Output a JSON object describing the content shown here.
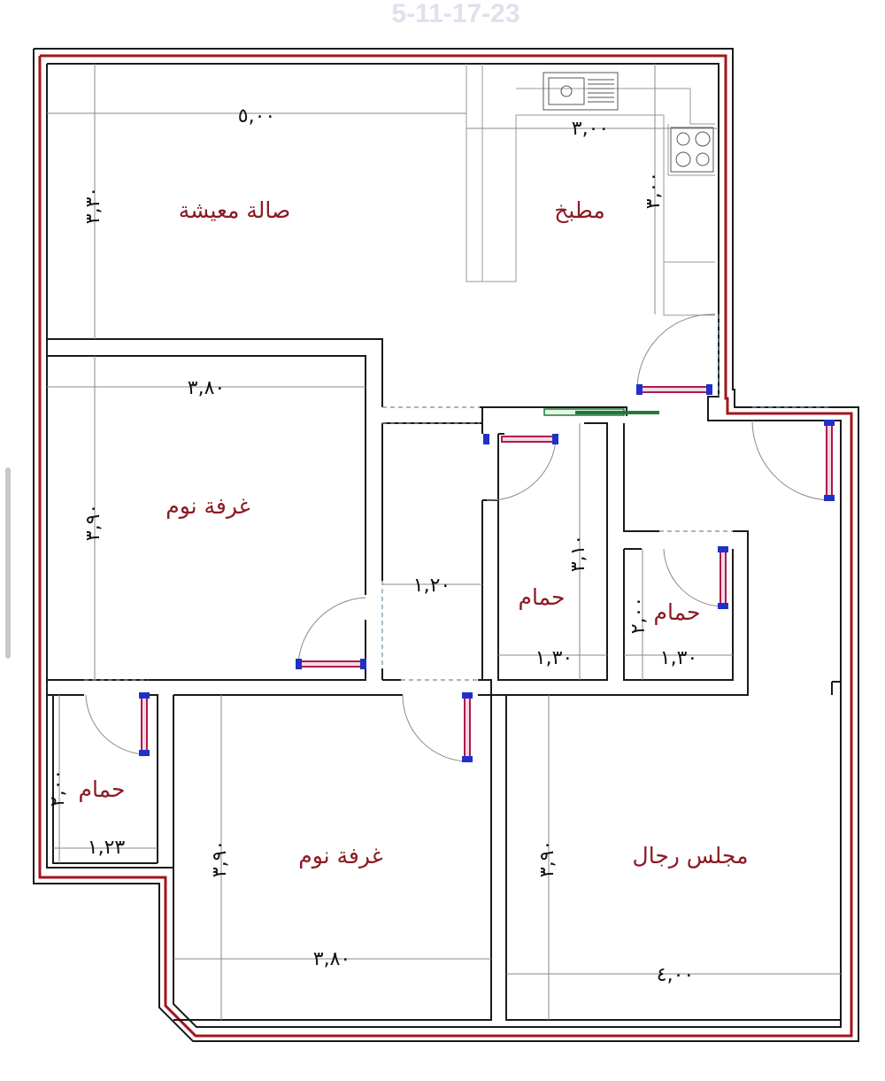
{
  "header": {
    "code": "5-11-17-23"
  },
  "rooms": {
    "living": "صالة معيشة",
    "kitchen": "مطبخ",
    "bedroom1": "غرفة نوم",
    "bedroom2": "غرفة نوم",
    "bath_center": "حمام",
    "bath_right": "حمام",
    "bath_left": "حمام",
    "majlis": "مجلس رجال"
  },
  "dimensions": {
    "living_width": "٥,٠٠",
    "living_depth": "٣,٣٠",
    "kitchen_width": "٣,٠٠",
    "kitchen_depth": "٣,٠٠",
    "bedroom1_width": "٣,٨٠",
    "bedroom1_depth": "٣,٩٠",
    "corridor_width": "١,٢٠",
    "bath_center_depth": "٣,١٠",
    "bath_center_width": "١,٣٠",
    "bath_right_width": "١,٣٠",
    "bath_right_depth": "٢,٠٠",
    "bath_left_depth": "٢,٠٠",
    "bath_left_width": "١,٢٣",
    "bedroom2_depth": "٣,٩٠",
    "bedroom2_width": "٣,٨٠",
    "majlis_depth": "٣,٩٠",
    "majlis_width": "٤,٠٠"
  },
  "colors": {
    "wall_red": "#a3141e",
    "wall_black": "#1a1a1a",
    "label_red": "#8b1a22",
    "door_blue": "#2030c8",
    "door_pink": "#b01a4a",
    "cabinet_green": "#1f7a3a"
  }
}
